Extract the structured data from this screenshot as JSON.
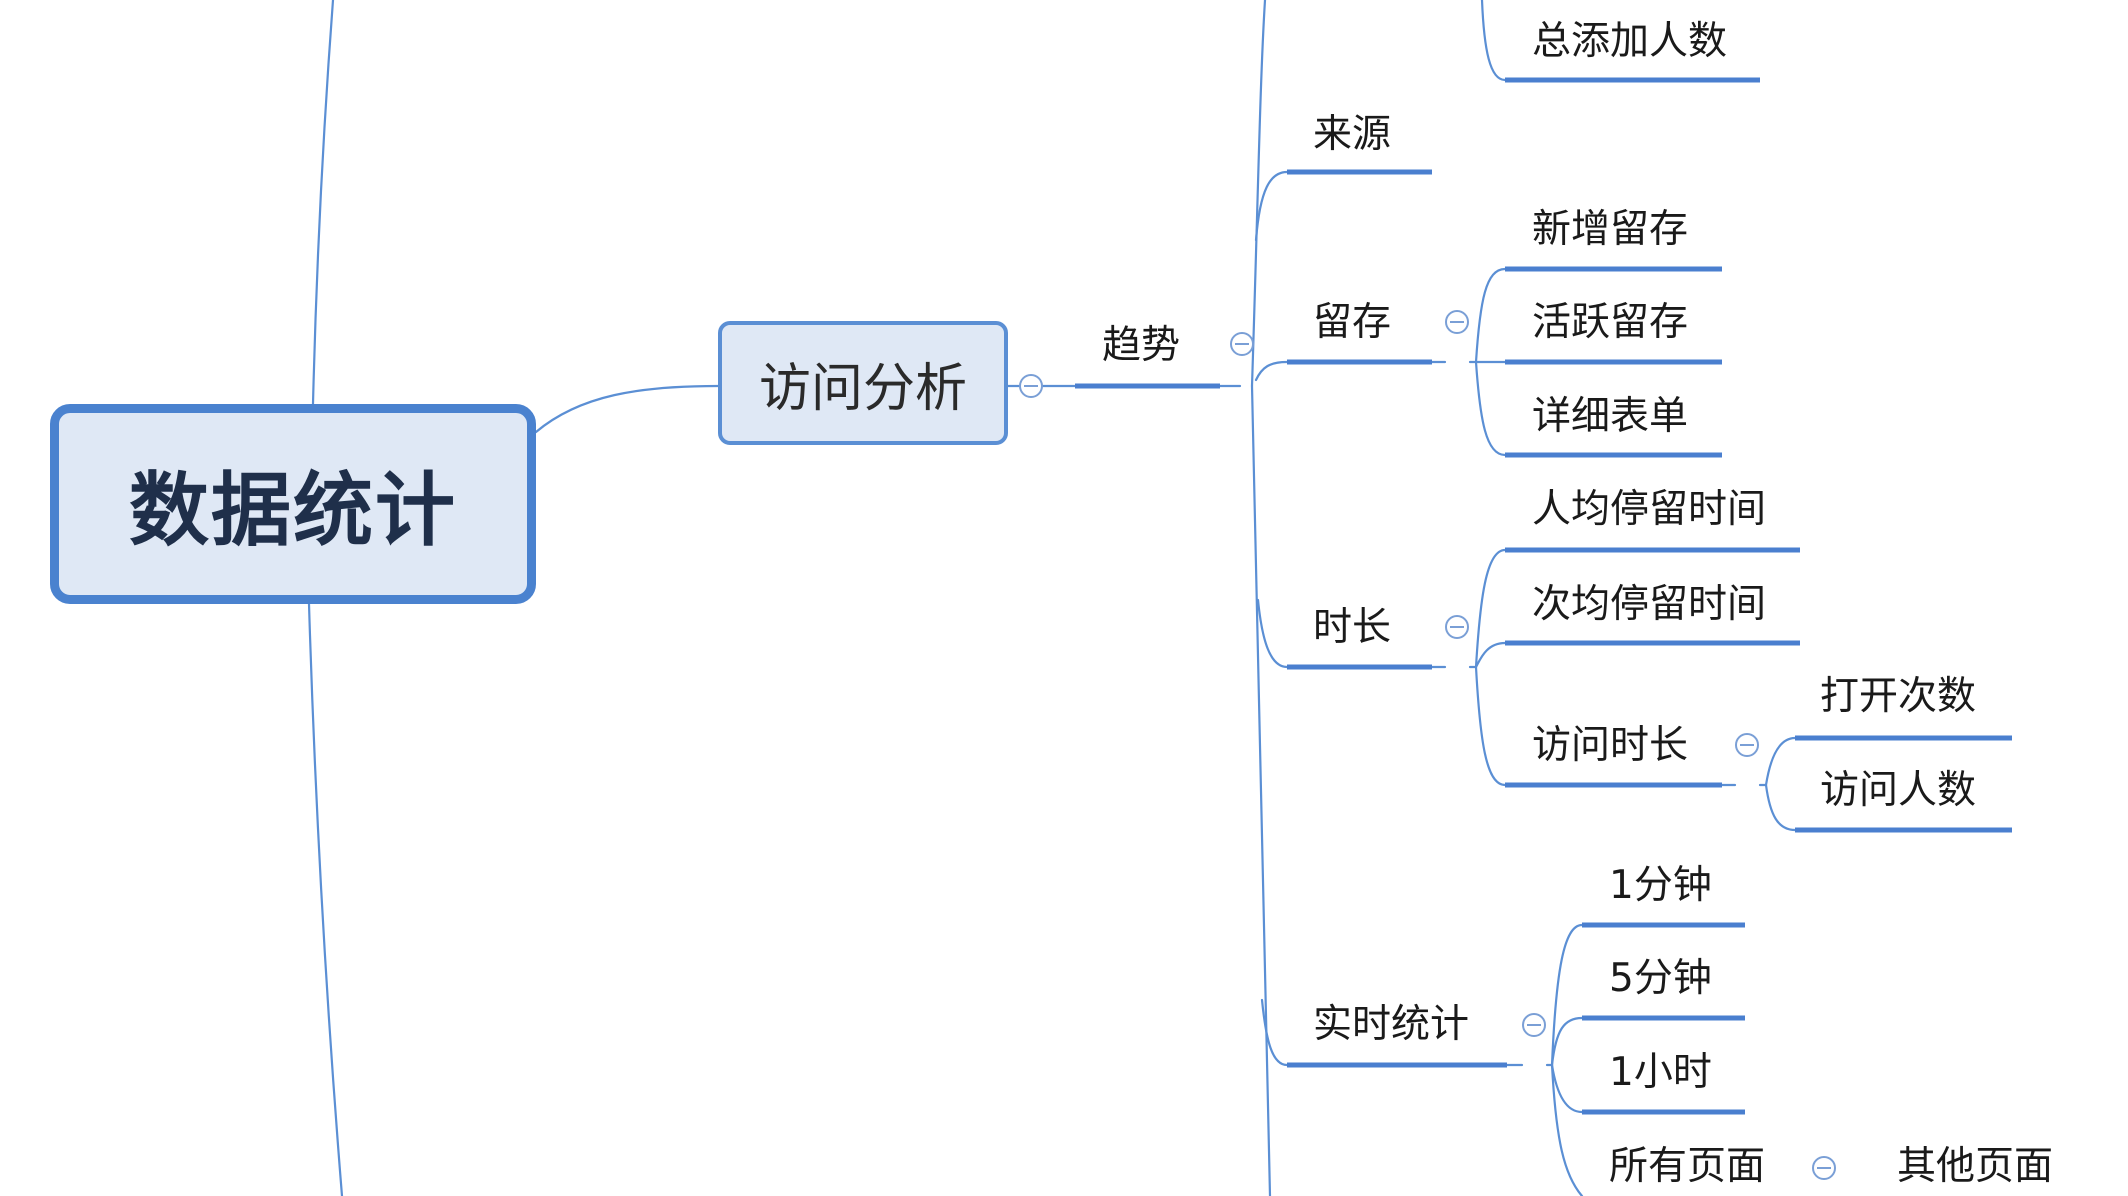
{
  "root": {
    "label": "数据统计"
  },
  "main_topic": {
    "label": "访问分析"
  },
  "branch": {
    "label": "趋势"
  },
  "subtopics": {
    "total_added": "总添加人数",
    "source": "来源",
    "retention": {
      "label": "留存",
      "children": [
        "新增留存",
        "活跃留存",
        "详细表单"
      ]
    },
    "duration": {
      "label": "时长",
      "children": [
        "人均停留时间",
        "次均停留时间",
        "访问时长"
      ],
      "visit_duration_children": [
        "打开次数",
        "访问人数"
      ]
    },
    "realtime": {
      "label": "实时统计",
      "children": [
        "1分钟",
        "5分钟",
        "1小时",
        "所有页面"
      ],
      "all_pages_children": [
        "其他页面"
      ]
    }
  },
  "colors": {
    "line": "#5b8fd4",
    "underline": "#4a7fcf",
    "topic_fill": "#dfe8f5",
    "root_border": "#4a82cf",
    "toggle": "#7a9fd6"
  }
}
